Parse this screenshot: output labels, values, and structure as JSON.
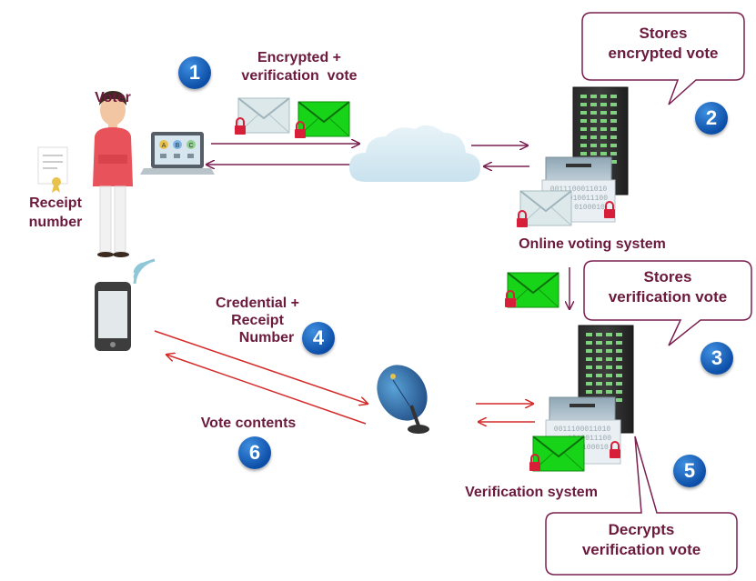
{
  "labels": {
    "voter": "Voter",
    "receipt_line1": "Receipt",
    "receipt_line2": "number",
    "encrypted_line1": "Encrypted +",
    "encrypted_line2": "verification  vote",
    "online_system": "Online voting system",
    "credential_line1": "Credential +",
    "credential_line2": "Receipt",
    "credential_line3": "Number",
    "vote_contents": "Vote contents",
    "verification_system": "Verification system"
  },
  "bubbles": {
    "stores_encrypted_line1": "Stores",
    "stores_encrypted_line2": "encrypted vote",
    "stores_verification_line1": "Stores",
    "stores_verification_line2": "verification vote",
    "decrypts_line1": "Decrypts",
    "decrypts_line2": "verification vote"
  },
  "steps": {
    "s1": "1",
    "s2": "2",
    "s3": "3",
    "s4": "4",
    "s5": "5",
    "s6": "6"
  },
  "ballot_letters": {
    "a": "A",
    "b": "B",
    "c": "C"
  },
  "binary": {
    "line1": "0011100011010",
    "line2": "1010011100",
    "line3": "0100010"
  },
  "colors": {
    "label": "#6b1a3c",
    "arrow_dark": "#7a2050",
    "arrow_red": "#d42a2a",
    "bubble_border": "#7a2050",
    "step_badge": "#1560c0",
    "green_envelope": "#22cc22",
    "lock": "#d81f3a"
  }
}
